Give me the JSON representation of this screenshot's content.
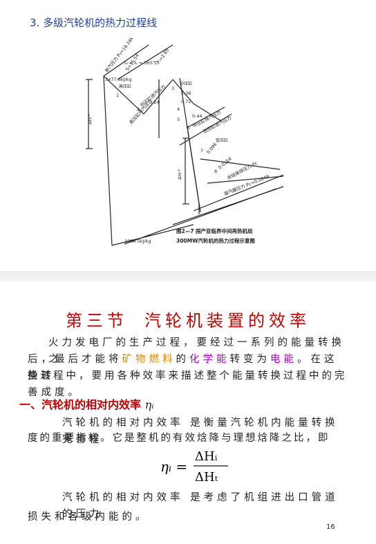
{
  "top_slide": {
    "title": "3. 多级汽轮机的热力过程线",
    "figure": {
      "labels": {
        "p_new": "新汽压力 P₀=16.18MPa",
        "t_new": "t₀ = tᵣ = 565℃",
        "s_val": "S=15.54",
        "p_r": "Pᵣ=2.85",
        "h_top": "3477.6kJ/kg",
        "hp_cyl": "高压缸",
        "ip_cyl": "中压缸",
        "lp_cyl": "低压缸",
        "ip_in": "中压缸进汽压力",
        "ip_in_val": "3.24",
        "hp_out": "高压缸排汽压力",
        "mid_val": "1.36",
        "mid_val2": "0.72",
        "ip_out": "中压缸排汽压力",
        "ip_out_val": "0.44",
        "lp_in": "低压缸进汽压力",
        "lp_val1": "0.096",
        "lp_val2": "0.0164",
        "last_stage": "末级後排压力 Pc",
        "cond": "凝汽器压力 Pc=0.0049",
        "h_bottom": "1984.5kJ/kg",
        "dh_hp": "ΔHᵢᴴᴾ",
        "dh_lp": "ΔHᵢᴸᴾ",
        "n1": "1",
        "n2": "2",
        "n3": "3",
        "n4": "4",
        "n5": "5",
        "n6": "6",
        "n7": "7",
        "n8": "8",
        "caption1": "图2—7  国产亚临界中间再热机组",
        "caption2": "300MW汽轮机的热力过程示意图"
      }
    }
  },
  "bottom_slide": {
    "section_title_a": "第三节",
    "section_title_b": "汽轮机装置的效率",
    "para1": [
      "火力发电厂的生产过程，要经过一系列的能量转换之",
      "后，最后才能将",
      "矿物燃料",
      "的",
      "化学能",
      "转变为",
      "电能",
      "。在这些转",
      "换过程中，要用各种效率来描述整个能量转换过程中的完",
      "善成度。"
    ],
    "sub_heading": "一、汽轮机的相对内效率",
    "sub_eta": "ηᵢ",
    "para2_line1": "汽轮机的相对内效率 是衡量汽轮机内能量转换完善程",
    "para2_line2": "度的重要指标。它是整机的有效焓降与理想焓降之比，即",
    "formula": {
      "lhs": "ηᵢ =",
      "num": "ΔHᵢ",
      "den": "ΔHₜ"
    },
    "para3_line1": "汽轮机的相对内效率 是考虑了机组进出口管道的压力",
    "para3_line2": "损失和各级内能的。",
    "page_number": "16"
  }
}
